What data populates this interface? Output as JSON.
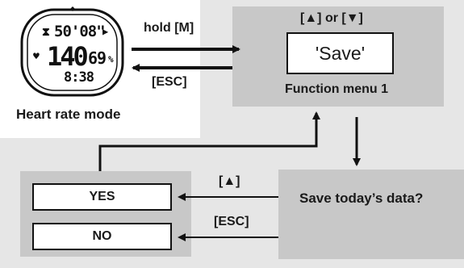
{
  "watch": {
    "row1": "50'08\"",
    "row2": "140",
    "row2_suffix": "69",
    "row2_unit": "%",
    "row3": "8:38",
    "caption": "Heart rate mode"
  },
  "arrows": {
    "hold_m": "hold [M]",
    "esc_top": "[ESC]",
    "up_or_down": "[▲] or [▼]",
    "up": "[▲]",
    "esc_bottom": "[ESC]"
  },
  "menu": {
    "display_text": "'Save'",
    "caption": "Function menu 1"
  },
  "prompt": {
    "text": "Save today’s data?"
  },
  "options": {
    "yes": "YES",
    "no": "NO"
  },
  "colors": {
    "panel_gray": "#c8c8c8",
    "bg_gray": "#e6e6e6",
    "line": "#111111"
  }
}
